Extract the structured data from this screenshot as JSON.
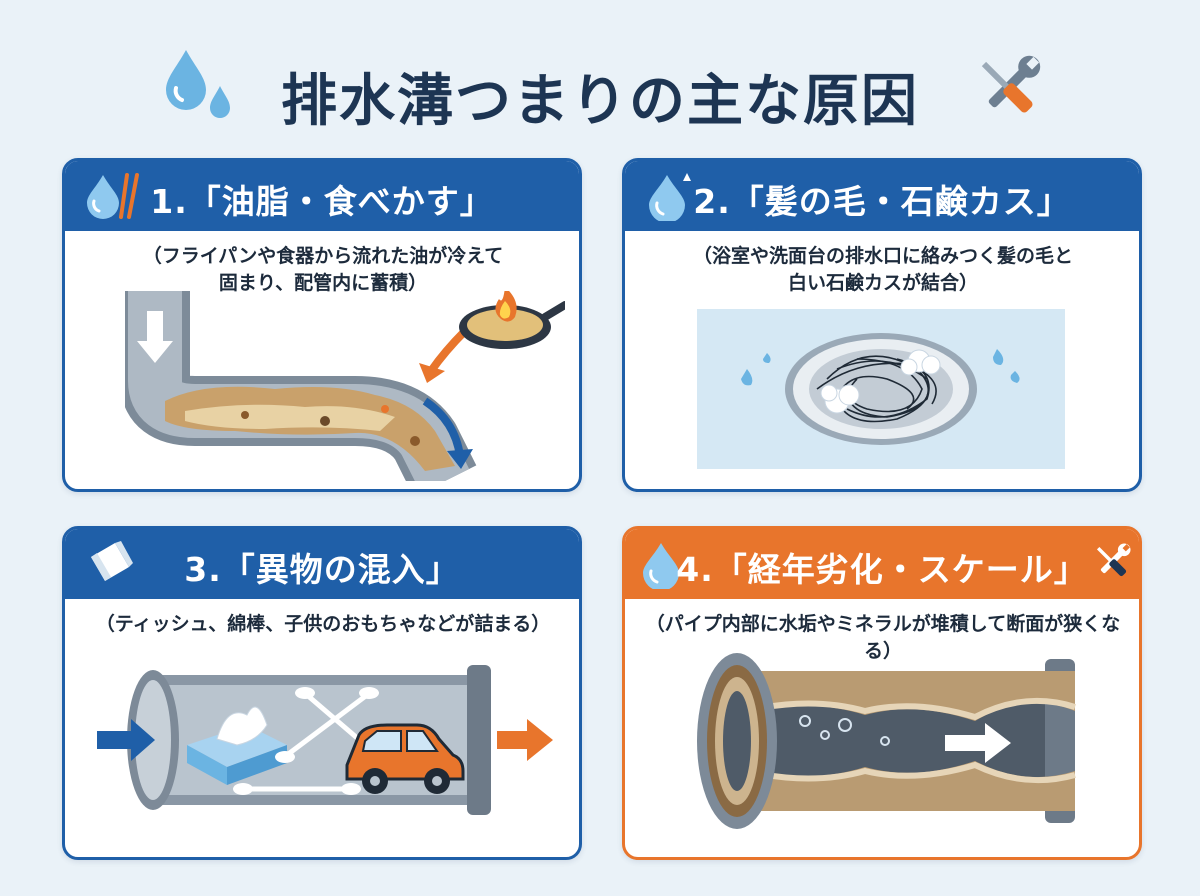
{
  "title": "排水溝つまりの主な原因",
  "colors": {
    "blue": "#1f5fa8",
    "orange": "#e8752c",
    "navy": "#1d3553",
    "background": "#eaf2f8"
  },
  "icons": {
    "title_left": "water-drops-icon",
    "title_right": "wrench-screwdriver-icon"
  },
  "cards": [
    {
      "heading": "1.「油脂・食べかす」",
      "desc_line1": "（フライパンや食器から流れた油が冷えて",
      "desc_line2": "固まり、配管内に蓄積）",
      "icon": "water-drop-chopsticks-icon",
      "illustration": "greasy-pipe-with-frying-pan"
    },
    {
      "heading": "2.「髪の毛・石鹸カス」",
      "desc_line1": "（浴室や洗面台の排水口に絡みつく髪の毛と",
      "desc_line2": "白い石鹸カスが結合）",
      "icon": "water-drop-icon",
      "illustration": "drain-with-hair-and-soap"
    },
    {
      "heading": "3.「異物の混入」",
      "desc_line1": "（ティッシュ、綿棒、子供のおもちゃなどが詰まる）",
      "icon": "wrapper-icon",
      "illustration": "pipe-with-foreign-objects"
    },
    {
      "heading": "4.「経年劣化・スケール」",
      "desc_line1": "（パイプ内部に水垢やミネラルが堆積して断面が狭くなる）",
      "icon": "water-drop-icon",
      "icon_right": "wrench-screwdriver-icon",
      "illustration": "scaled-pipe-cross-section"
    }
  ]
}
